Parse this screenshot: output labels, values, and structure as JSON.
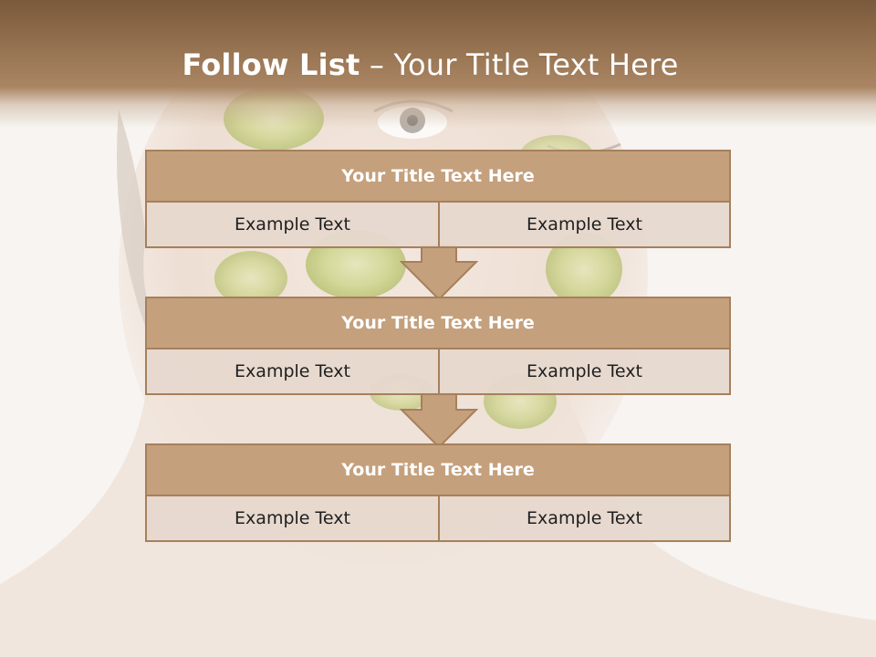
{
  "title": {
    "bold": "Follow List",
    "light": " – Your Title Text Here"
  },
  "blocks": [
    {
      "heading": "Your Title Text Here",
      "left": "Example Text",
      "right": "Example Text"
    },
    {
      "heading": "Your Title Text Here",
      "left": "Example Text",
      "right": "Example Text"
    },
    {
      "heading": "Your Title Text Here",
      "left": "Example Text",
      "right": "Example Text"
    }
  ],
  "colors": {
    "header": "#94714f",
    "block_title": "#c4a07c",
    "block_border": "#a6805c",
    "cell_bg": "#e6d8cd"
  }
}
